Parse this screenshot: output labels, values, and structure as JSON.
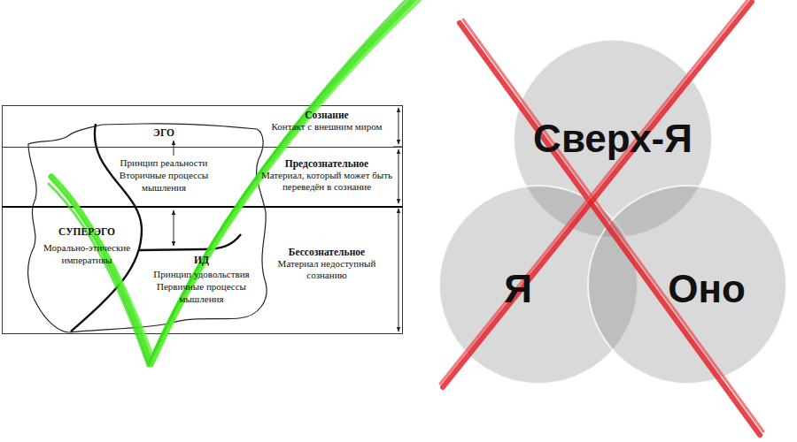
{
  "diagram": {
    "nodes": [
      {
        "text": [
          "Сознание",
          "Контакт с внешним миром"
        ]
      },
      {
        "text": [
          "Предсознательное",
          "Материал, который может быть переведён в сознание"
        ]
      },
      {
        "text": [
          "Бессознательное",
          "Материал недоступный сознанию"
        ]
      },
      {
        "text": [
          "ЭГО",
          "Принцип реальности",
          "Вторичные процессы мышления"
        ]
      },
      {
        "text": [
          "СУПЕРЭГО",
          "Морально-этические императивы"
        ]
      },
      {
        "text": [
          "ИД",
          "Принцип удовольствия",
          "Первичные процессы мышления"
        ]
      },
      {
        "text": [
          "Сверх-Я"
        ]
      },
      {
        "text": [
          "Я"
        ]
      },
      {
        "text": [
          "Оно"
        ]
      }
    ]
  }
}
